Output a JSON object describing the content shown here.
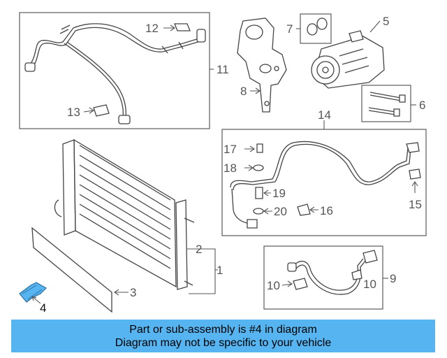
{
  "diagram": {
    "callouts": {
      "c1": "1",
      "c2": "2",
      "c3": "3",
      "c4": "4",
      "c5": "5",
      "c6": "6",
      "c7": "7",
      "c8": "8",
      "c9": "9",
      "c10a": "10",
      "c10b": "10",
      "c11": "11",
      "c12": "12",
      "c13": "13",
      "c14": "14",
      "c15": "15",
      "c16": "16",
      "c17": "17",
      "c18": "18",
      "c19": "19",
      "c20": "20"
    },
    "highlight_color": "#56b4f0"
  },
  "banner": {
    "line1": "Part or sub-assembly is #4 in diagram",
    "line2": "Diagram may not be specific to your vehicle",
    "color": "#56b4f0"
  }
}
